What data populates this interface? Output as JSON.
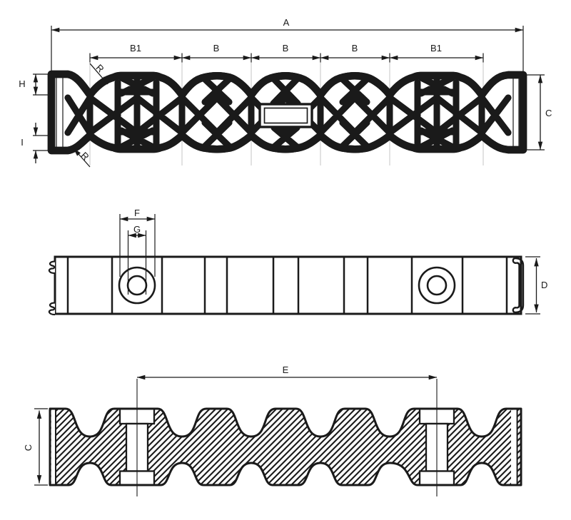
{
  "drawing": {
    "title_hint": "cable-cleat-dimension-drawing",
    "labels": {
      "overall_width": "A",
      "pitch_row": [
        "B1",
        "B",
        "B",
        "B",
        "B1"
      ],
      "top_recess_depth": "H",
      "bottom_recess_depth": "I",
      "front_height": "C",
      "radius_top": "R",
      "radius_bottom": "R",
      "boss_outer_dia": "F",
      "hole_dia": "G",
      "block_depth": "D",
      "hole_spacing": "E",
      "section_height": "C"
    },
    "colors": {
      "line": "#1a1a1a",
      "background": "#ffffff",
      "extension_line": "#c6c6c6"
    }
  }
}
